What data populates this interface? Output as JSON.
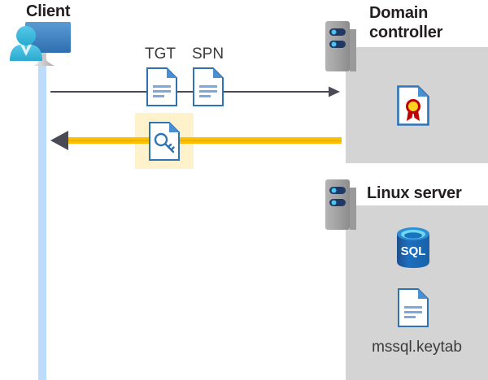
{
  "diagram": {
    "title_client": "Client",
    "title_domain_controller": "Domain controller",
    "title_linux_server": "Linux server",
    "labels": {
      "tgt": "TGT",
      "spn": "SPN",
      "keytab_file": "mssql.keytab"
    },
    "icons": {
      "client": "user-workstation-icon",
      "server": "server-tower-icon",
      "tgt_doc": "document-icon",
      "spn_doc": "document-icon",
      "key_doc": "key-document-icon",
      "certificate": "certificate-document-icon",
      "database": "sql-database-icon",
      "keytab_doc": "document-icon"
    },
    "arrows": {
      "request": {
        "name": "request-arrow",
        "direction": "right",
        "color": "#4a4a55"
      },
      "response": {
        "name": "response-arrow",
        "direction": "left",
        "color": "#ffc000"
      }
    },
    "colors": {
      "panel_gray": "#d4d4d4",
      "lifeline_blue": "#bddbfb",
      "highlight_yellow": "#fdf2cc",
      "accent_blue": "#2e74b5",
      "arrow_yellow": "#ffc000",
      "arrow_dark": "#4a4a55",
      "sql_blue": "#1268b3",
      "seal_red": "#c00000",
      "seal_gold": "#ffd21e",
      "text_dark": "#231f20"
    }
  }
}
